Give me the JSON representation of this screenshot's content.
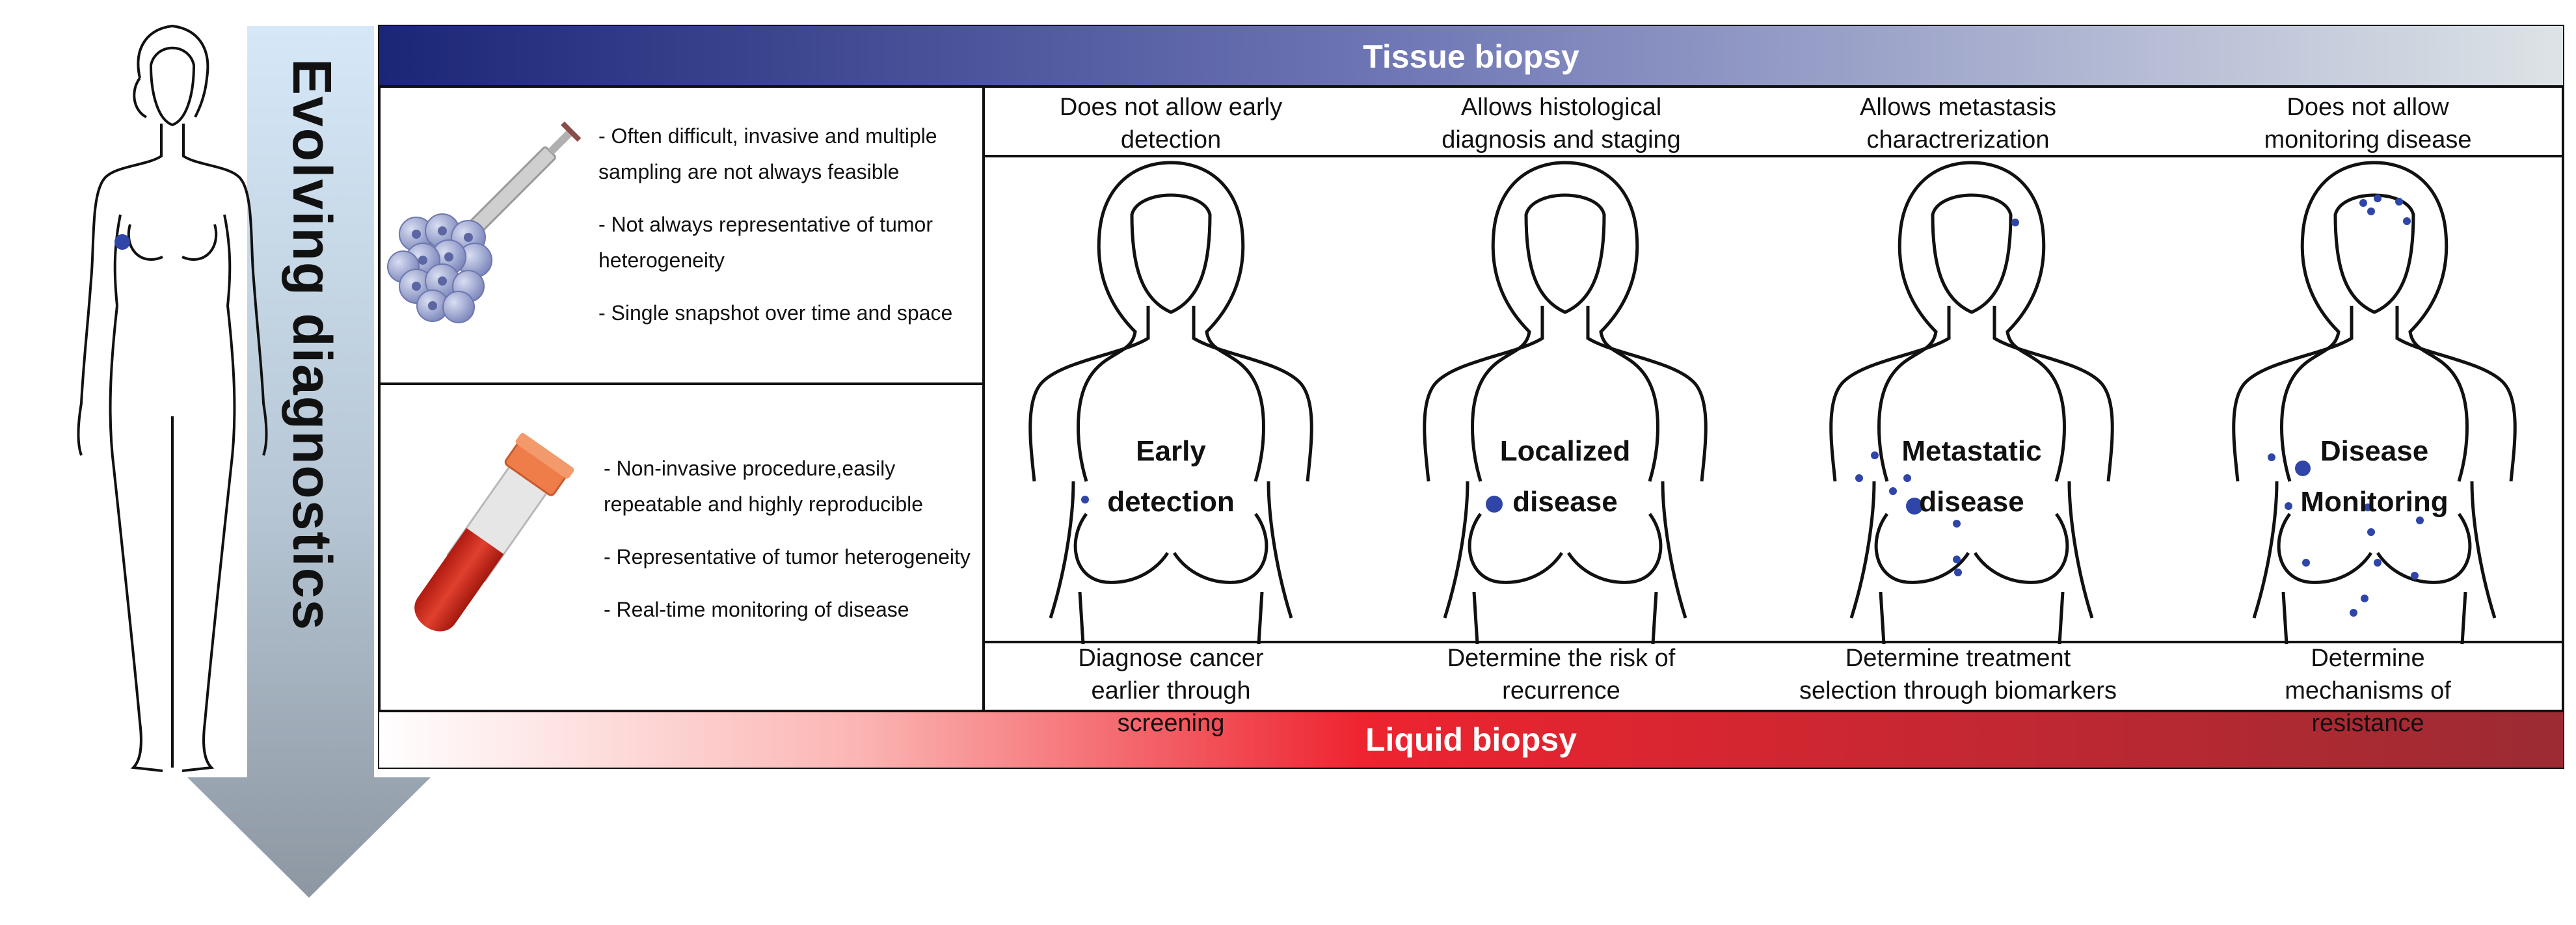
{
  "arrow_label": "Evolving diagnostics",
  "tissue_biopsy": {
    "title": "Tissue biopsy",
    "bullets": [
      "- Often difficult, invasive and multiple sampling are not always feasible",
      "- Not always representative of tumor heterogeneity",
      "- Single snapshot over time and space"
    ]
  },
  "liquid_biopsy": {
    "title": "Liquid biopsy",
    "bullets": [
      "- Non-invasive procedure,easily repeatable and highly reproducible",
      "- Representative of tumor heterogeneity",
      "- Real-time monitoring of disease"
    ]
  },
  "stages": [
    {
      "tissue_note": "Does not allow early detection",
      "label_line1": "Early",
      "label_line2": "detection",
      "liquid_note": "Diagnose cancer earlier through screening"
    },
    {
      "tissue_note": "Allows histological diagnosis and staging",
      "label_line1": "Localized",
      "label_line2": "disease",
      "liquid_note": "Determine the risk of recurrence"
    },
    {
      "tissue_note": "Allows metastasis charactrerization",
      "label_line1": "Metastatic",
      "label_line2": "disease",
      "liquid_note": "Determine treatment selection through biomarkers"
    },
    {
      "tissue_note": "Does not allow monitoring disease",
      "label_line1": "Disease",
      "label_line2": "Monitoring",
      "liquid_note": "Determine mechanisms of resistance"
    }
  ],
  "colors": {
    "tissue_bar_start": "#1b2676",
    "tissue_bar_end": "#dde3e6",
    "liquid_bar_start": "#ffffff",
    "liquid_bar_mid": "#ee2430",
    "liquid_bar_end": "#9b2b33",
    "tumor_dot": "#2f46a8",
    "arrow_top": "#d6e8f8",
    "arrow_bottom": "#8d97a2"
  }
}
